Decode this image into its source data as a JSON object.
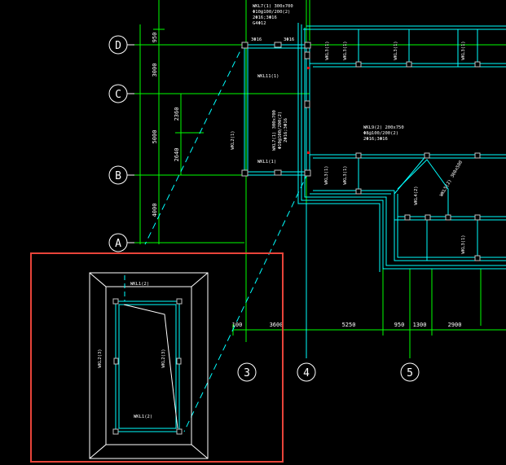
{
  "grid_axes": {
    "rows": [
      "D",
      "C",
      "B",
      "A"
    ],
    "cols": [
      "3",
      "4",
      "5"
    ]
  },
  "dimensions": {
    "vertical": [
      "950",
      "3000",
      "2360",
      "5000",
      "2640",
      "4000"
    ],
    "horizontal": [
      "100",
      "3600",
      "5250",
      "950",
      "1300",
      "2900"
    ]
  },
  "beam_labels": {
    "top_note_1": "WKL7(1) 300x700",
    "top_note_2": "Φ10@100/200(2)",
    "top_note_3": "2Φ16;3Φ16",
    "top_note_4": "G4Φ12",
    "rebar_left": "3Φ16",
    "rebar_right": "3Φ16",
    "wkl11": "WKL11(1)",
    "wkl2_left": "WKL2(1)",
    "wkl1": "WKL1(1)",
    "wkl3_a": "WKL3(1)",
    "wkl3_b": "WKL3(1)",
    "wkl3_c": "WKL3(1)",
    "wkl3_d": "WKL3(1)",
    "mid_note_1": "WKL9(2) 200x750",
    "mid_note_2": "Φ8@100/200(2)",
    "mid_note_3": "2Φ16;3Φ16",
    "wkl4": "WKL4(2)",
    "wkl5": "WKL5(2) 300x500",
    "wkl3_bottom": "WKL3(1)"
  },
  "inset": {
    "label_top": "WKL1(2)",
    "label_left": "WKL2(3)",
    "label_mid": "WKL2(3)",
    "label_bottom": "WKL1(2)"
  },
  "colors": {
    "background": "#000000",
    "grid_line": "#00ff00",
    "structure": "#00ffff",
    "annotation": "#ffffff",
    "column_fill": "#c0c0c0",
    "highlight_box": "#e8443a",
    "marker": "#ff0000"
  }
}
